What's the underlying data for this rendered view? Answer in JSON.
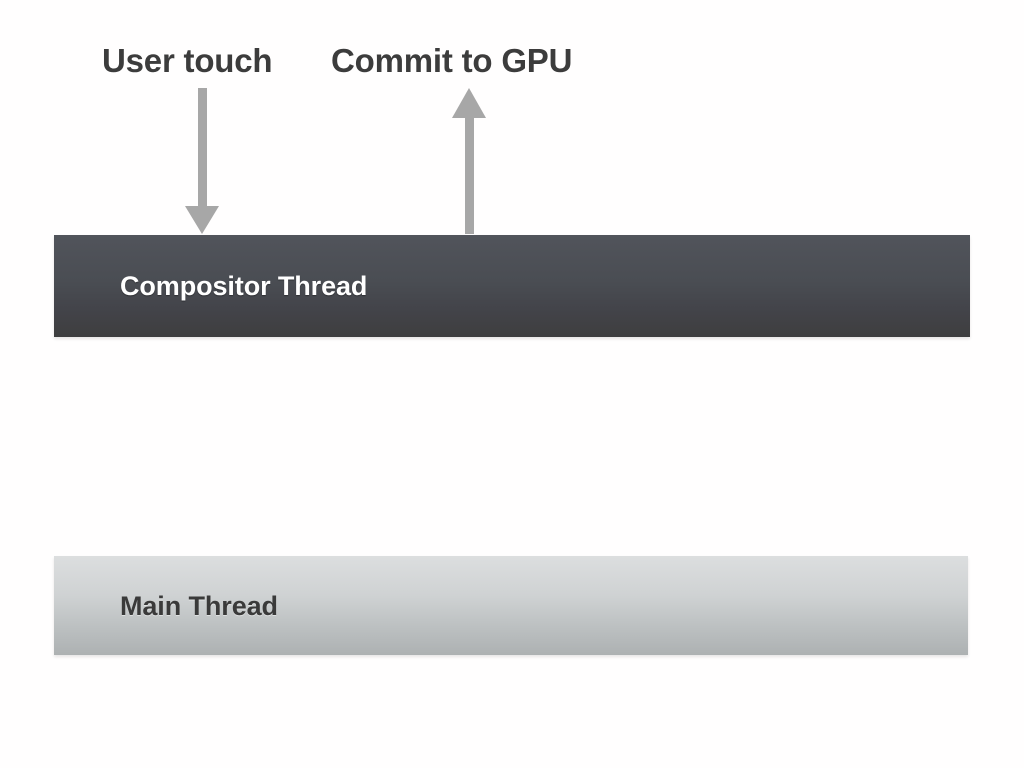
{
  "slide": {
    "background_color": "#fffefe",
    "title_context": "Compositor and main thread interaction diagram"
  },
  "annotations": [
    {
      "id": "user-touch",
      "label": "User touch",
      "arrow_icon": "arrow-down-icon",
      "arrow_direction": "down",
      "arrow_color": "#a7a7a7",
      "text_color": "#3c3c3c",
      "points_to": "Compositor Thread"
    },
    {
      "id": "commit-gpu",
      "label": "Commit to GPU",
      "arrow_icon": "arrow-up-icon",
      "arrow_direction": "up",
      "arrow_color": "#a7a7a7",
      "text_color": "#3c3c3c",
      "points_from": "Compositor Thread"
    }
  ],
  "threads": [
    {
      "id": "compositor-thread",
      "label": "Compositor Thread",
      "fill_top": "#51545b",
      "fill_bottom": "#3e3e3f",
      "text_color": "#ffffff"
    },
    {
      "id": "main-thread",
      "label": "Main Thread",
      "fill_top": "#dcdedf",
      "fill_bottom": "#adb1b2",
      "text_color": "#3a3a3a"
    }
  ]
}
